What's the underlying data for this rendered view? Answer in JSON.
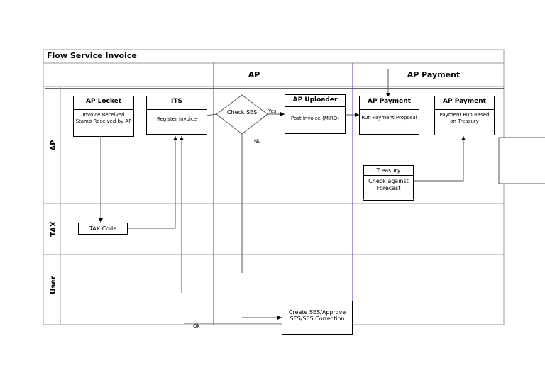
{
  "diagram": {
    "title": "Flow Service Invoice",
    "columns": [
      "AP",
      "AP Payment"
    ],
    "lanes": [
      "AP",
      "TAX",
      "User"
    ],
    "boxes": {
      "ap_locket": {
        "title": "AP Locket",
        "body": "Invoice Received Stamp Received by AP"
      },
      "its": {
        "title": "ITS",
        "body": "Register Invoice"
      },
      "ap_uploader": {
        "title": "AP Uploader",
        "body": "Post Invoice (MIRO)"
      },
      "ap_payment_1": {
        "title": "AP Payment",
        "body": "Run Payment Proposal"
      },
      "ap_payment_2": {
        "title": "AP Payment",
        "body": "Payment Run Based on Treasury"
      },
      "treasury": {
        "title": "Treasury",
        "body": "Check against Forecast"
      }
    },
    "decision": "Check SES",
    "edge_labels": {
      "yes": "Yes",
      "no": "No",
      "ok": "Ok"
    },
    "tasks": {
      "tax_code": "TAX Code",
      "create_ses": "Create SES/Approve SES/SES Correction"
    }
  }
}
